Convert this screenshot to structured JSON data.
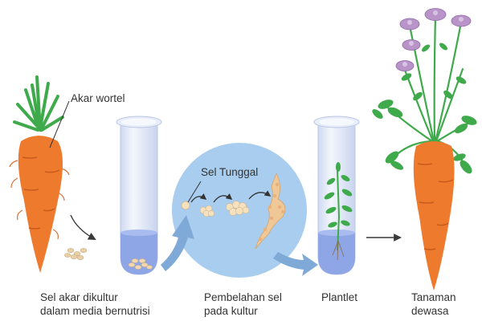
{
  "labels": {
    "carrot_root": "Akar wortel",
    "single_cell": "Sel Tunggal",
    "step1": [
      "Sel akar dikultur",
      "dalam media bernutrisi"
    ],
    "step2": [
      "Pembelahan sel",
      "pada kultur"
    ],
    "step3": "Plantlet",
    "step4": [
      "Tanaman",
      "dewasa"
    ]
  },
  "colors": {
    "carrot": "#ee7a2e",
    "carrot_leaf": "#3faa4b",
    "flower": "#b894c8",
    "tube_glass": "#dde6f6",
    "medium": "#8ea6e6",
    "circle": "#a8cdee",
    "arrow_blue": "#7fa9d7",
    "cells": "#f2d8b0",
    "text": "#333333"
  }
}
